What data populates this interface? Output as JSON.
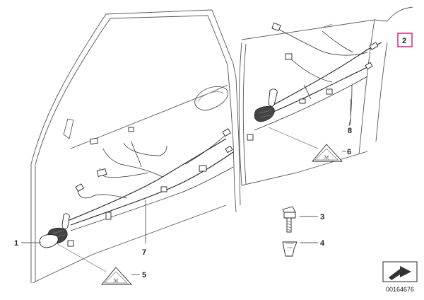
{
  "diagram": {
    "callouts": [
      {
        "id": "c1",
        "label": "1"
      },
      {
        "id": "c2",
        "label": "2"
      },
      {
        "id": "c3",
        "label": "3"
      },
      {
        "id": "c4",
        "label": "4"
      },
      {
        "id": "c5",
        "label": "5"
      },
      {
        "id": "c6",
        "label": "6"
      },
      {
        "id": "c7",
        "label": "7"
      },
      {
        "id": "c8",
        "label": "8"
      }
    ],
    "highlight_color": "#e0218a",
    "doc_number": "00164676"
  }
}
